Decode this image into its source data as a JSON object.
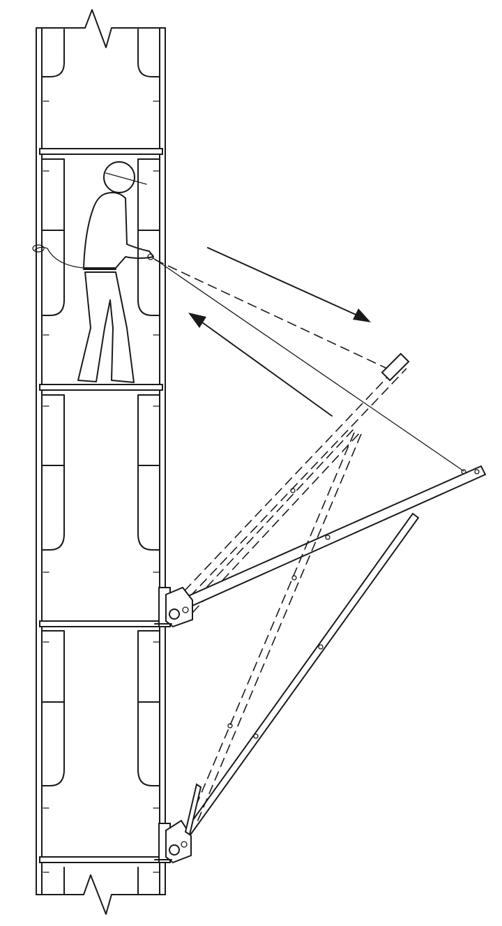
{
  "diagram": {
    "description_labels": [],
    "colors": {
      "line": "#1a1a1a",
      "background": "#ffffff"
    },
    "icons": [
      "figure-worker",
      "tether-line",
      "deploy-arrow",
      "retract-arrow",
      "hinge-bracket"
    ],
    "motion_arrows": [
      "deploy",
      "retract"
    ]
  }
}
